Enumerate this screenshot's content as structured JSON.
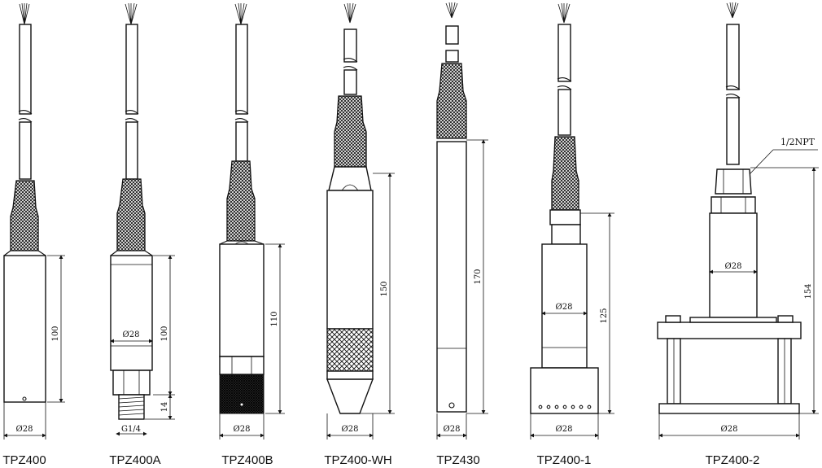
{
  "colors": {
    "ink": "#111111",
    "background": "#ffffff"
  },
  "sensors": [
    {
      "model": "TPZ400",
      "diameter": "Ø28",
      "length": "100"
    },
    {
      "model": "TPZ400A",
      "diameter": "Ø28",
      "length": "100",
      "thread_length": "14",
      "thread": "G1/4"
    },
    {
      "model": "TPZ400B",
      "diameter": "Ø28",
      "length": "110"
    },
    {
      "model": "TPZ400-WH",
      "diameter": "Ø28",
      "length": "150"
    },
    {
      "model": "TPZ430",
      "diameter": "Ø28",
      "length": "170"
    },
    {
      "model": "TPZ400-1",
      "diameter": "Ø28",
      "inner_diameter": "Ø28",
      "length": "125"
    },
    {
      "model": "TPZ400-2",
      "diameter": "Ø28",
      "inner_diameter": "Ø28",
      "length": "154",
      "thread": "1/2NPT"
    }
  ]
}
